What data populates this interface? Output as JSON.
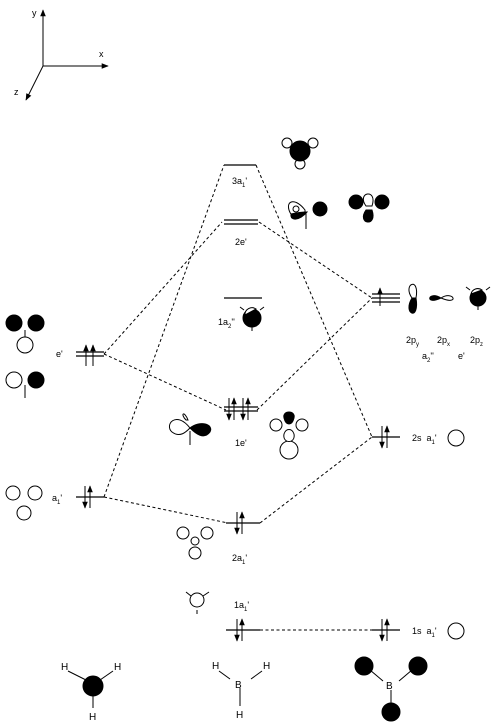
{
  "axes": {
    "y": "y",
    "x": "x",
    "z": "z"
  },
  "mo": {
    "3a1": {
      "main": "3a",
      "sub": "1",
      "prime": "'"
    },
    "2e": "2e'",
    "1a2": {
      "main": "1a",
      "sub": "2",
      "prime": "''"
    },
    "1e": "1e'",
    "2a1": {
      "main": "2a",
      "sub": "1",
      "prime": "'"
    },
    "1a1": {
      "main": "1a",
      "sub": "1",
      "prime": "'"
    }
  },
  "left": {
    "e_label": "e'",
    "a1_label": {
      "main": "a",
      "sub": "1",
      "prime": "'"
    }
  },
  "right": {
    "p_labels": [
      {
        "main": "2p",
        "sub": "y"
      },
      {
        "main": "2p",
        "sub": "x"
      },
      {
        "main": "2p",
        "sub": "z"
      }
    ],
    "a2_label": {
      "main": "a",
      "sub": "2",
      "prime": "''"
    },
    "e_label": "e'",
    "s2": {
      "orb": "2s",
      "main": "a",
      "sub": "1",
      "prime": "'"
    },
    "s1": {
      "orb": "1s",
      "main": "a",
      "sub": "1",
      "prime": "'"
    }
  },
  "molecules": {
    "h3": [
      "H",
      "H",
      "H"
    ],
    "bh3": {
      "center": "B",
      "h": [
        "H",
        "H",
        "H"
      ]
    }
  }
}
